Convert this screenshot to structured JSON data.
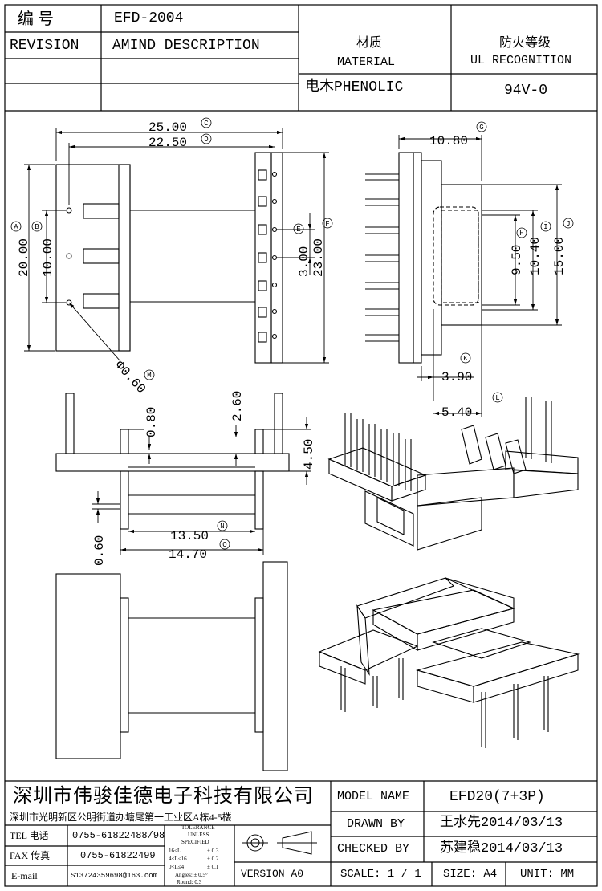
{
  "header": {
    "code_label": "编    号",
    "code_value": "EFD-2004",
    "revision_label": "REVISION",
    "description_label": "AMIND DESCRIPTION",
    "material_cn": "材质",
    "material_en": "MATERIAL",
    "material_value": "电木PHENOLIC",
    "ul_cn": "防火等级",
    "ul_en": "UL RECOGNITION",
    "ul_value": "94V-0"
  },
  "top_view": {
    "dim_c": "25.00",
    "dim_d": "22.50",
    "dim_a": "20.00",
    "dim_b": "10.00",
    "dim_e": "3.00",
    "dim_f": "23.00",
    "dim_m": "Φ0.60",
    "markers": [
      "C",
      "D",
      "A",
      "B",
      "E",
      "F",
      "M"
    ]
  },
  "side_view": {
    "dim_g": "10.80",
    "dim_h": "9.50",
    "dim_i": "10.40",
    "dim_j": "15.00",
    "dim_k": "3.90",
    "dim_l": "5.40",
    "markers": [
      "G",
      "H",
      "I",
      "J",
      "K",
      "L"
    ]
  },
  "front_view": {
    "dim_080": "0.80",
    "dim_260": "2.60",
    "dim_450": "4.50",
    "dim_060": "0.60",
    "dim_n": "13.50",
    "dim_o": "14.70",
    "markers": [
      "N",
      "O"
    ]
  },
  "title_block": {
    "company": "深圳市伟骏佳德电子科技有限公司",
    "address": "深圳市光明新区公明街道办塘尾第一工业区A栋4-5楼",
    "tel_label": "TEL 电话",
    "tel_value": "0755-61822488/98",
    "fax_label": "FAX 传真",
    "fax_value": "0755-61822499",
    "email_label": "E-mail",
    "email_value": "S13724359698@163.com",
    "tolerance_title": "TOLERANCE",
    "tolerance_unless": "UNLESS",
    "tolerance_specified": "SPECIFIED",
    "tol_rows": [
      {
        "range": "16<L",
        "value": "± 0.3"
      },
      {
        "range": "4<L≤16",
        "value": "± 0.2"
      },
      {
        "range": "0<L≤4",
        "value": "± 0.1"
      }
    ],
    "angles": "Angles: ± 0.5°",
    "round": "Round: 0.3",
    "version": "VERSION A0",
    "model_label": "MODEL NAME",
    "model_value": "EFD20(7+3P)",
    "drawn_label": "DRAWN BY",
    "drawn_value": "王水先2014/03/13",
    "checked_label": "CHECKED BY",
    "checked_value": "苏建稳2014/03/13",
    "scale_label": "SCALE: 1 / 1",
    "size_label": "SIZE: A4",
    "unit_label": "UNIT: MM"
  }
}
